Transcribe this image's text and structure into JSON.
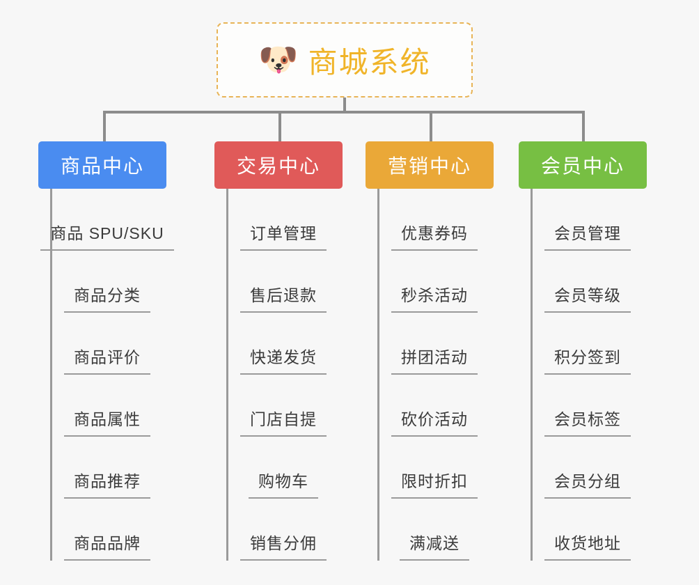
{
  "diagram": {
    "type": "org-chart",
    "background_color": "#f7f7f7",
    "root": {
      "title": "商城系统",
      "icon": "dog-face-emoji",
      "emoji": "🐶",
      "text_color": "#f0b429",
      "border_color": "#e8b457",
      "background_color": "#fdfdfc"
    },
    "connector_color": "#8c8c8c",
    "branches": [
      {
        "title": "商品中心",
        "color": "#4a8cf0",
        "items": [
          "商品 SPU/SKU",
          "商品分类",
          "商品评价",
          "商品属性",
          "商品推荐",
          "商品品牌"
        ]
      },
      {
        "title": "交易中心",
        "color": "#e05a59",
        "items": [
          "订单管理",
          "售后退款",
          "快递发货",
          "门店自提",
          "购物车",
          "销售分佣"
        ]
      },
      {
        "title": "营销中心",
        "color": "#eaa838",
        "items": [
          "优惠券码",
          "秒杀活动",
          "拼团活动",
          "砍价活动",
          "限时折扣",
          "满减送"
        ]
      },
      {
        "title": "会员中心",
        "color": "#77bf43",
        "items": [
          "会员管理",
          "会员等级",
          "积分签到",
          "会员标签",
          "会员分组",
          "收货地址"
        ]
      }
    ]
  }
}
